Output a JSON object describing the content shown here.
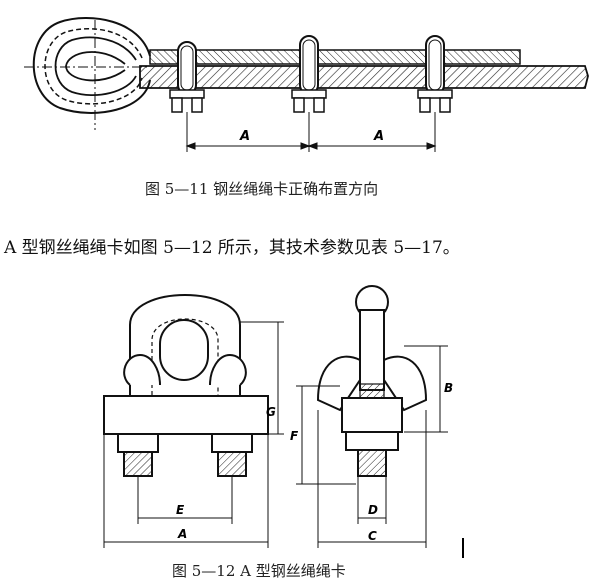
{
  "figure1": {
    "caption": "图 5—11  钢丝绳绳卡正确布置方向",
    "dim_labels": [
      "A",
      "A"
    ]
  },
  "paragraph": "A 型钢丝绳绳卡如图 5—12 所示，其技术参数见表 5—17。",
  "figure2": {
    "caption": "图 5—12   A 型钢丝绳绳卡",
    "dim_labels": {
      "E": "E",
      "A": "A",
      "G": "G",
      "F": "F",
      "B": "B",
      "D": "D",
      "C": "C"
    }
  }
}
